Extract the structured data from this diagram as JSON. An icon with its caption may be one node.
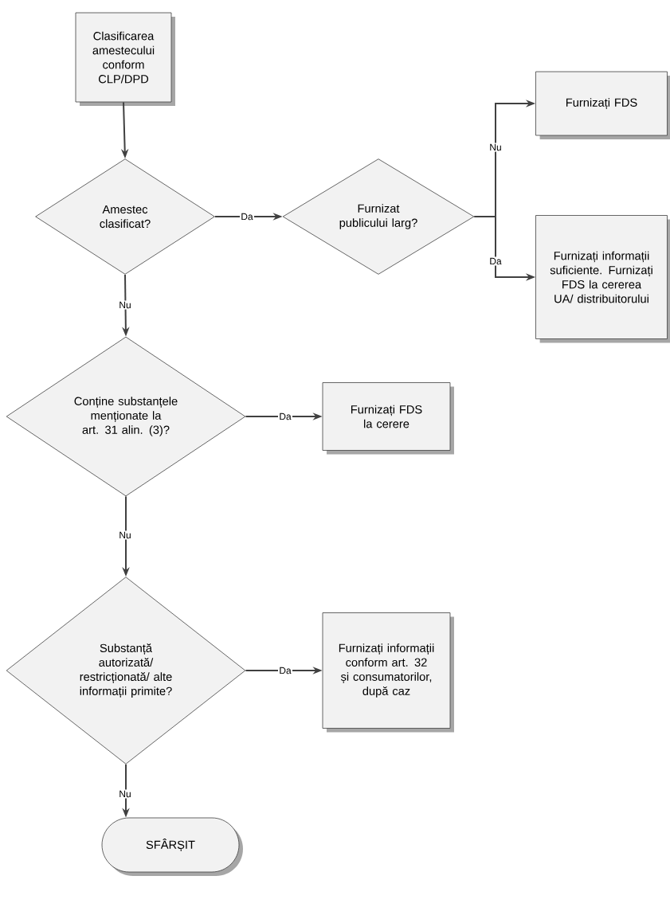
{
  "diagram": {
    "nodes": [
      {
        "text": [
          "Clasificarea amestecului conform CLP/DPD"
        ]
      },
      {
        "text": [
          "Amestec clasificat?"
        ]
      },
      {
        "text": [
          "Furnizat publicului larg?"
        ]
      },
      {
        "text": [
          "Furnizați FDS"
        ]
      },
      {
        "text": [
          "Furnizați informații suficiente. Furnizați FDS la cererea UA/ distribuitorului"
        ]
      },
      {
        "text": [
          "Conține substanțele menționate la art. 31 alin. (3)?"
        ]
      },
      {
        "text": [
          "Furnizați FDS la cerere"
        ]
      },
      {
        "text": [
          "Substanță autorizată/ restricționată/ alte informații primite?"
        ]
      },
      {
        "text": [
          "Furnizați informații conform art. 32 și consumatorilor, după caz"
        ]
      },
      {
        "text": [
          "SFÂRȘIT"
        ]
      }
    ],
    "edges": [
      {
        "from": 0,
        "to": 1,
        "arrow": "to"
      },
      {
        "from": 1,
        "to": 2,
        "arrow": "to",
        "label": "Da"
      },
      {
        "from": 2,
        "to": 3,
        "arrow": "to",
        "label": "Nu"
      },
      {
        "from": 2,
        "to": 4,
        "arrow": "to",
        "label": "Da"
      },
      {
        "from": 1,
        "to": 5,
        "arrow": "to",
        "label": "Nu"
      },
      {
        "from": 5,
        "to": 6,
        "arrow": "to",
        "label": "Da"
      },
      {
        "from": 5,
        "to": 7,
        "arrow": "to",
        "label": "Nu"
      },
      {
        "from": 7,
        "to": 8,
        "arrow": "to",
        "label": "Da"
      },
      {
        "from": 7,
        "to": 9,
        "arrow": "to",
        "label": "Nu"
      }
    ]
  }
}
